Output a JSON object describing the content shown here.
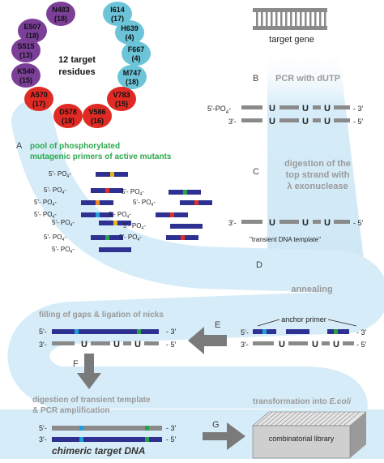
{
  "residues": {
    "title_line1": "12 target",
    "title_line2": "residues",
    "items": [
      {
        "name": "N483",
        "num": "(18)",
        "color": "#7b3f98"
      },
      {
        "name": "I614",
        "num": "(17)",
        "color": "#6cc4d8"
      },
      {
        "name": "E507",
        "num": "(18)",
        "color": "#7b3f98"
      },
      {
        "name": "H639",
        "num": "(4)",
        "color": "#6cc4d8"
      },
      {
        "name": "S515",
        "num": "(13)",
        "color": "#7b3f98"
      },
      {
        "name": "F667",
        "num": "(4)",
        "color": "#6cc4d8"
      },
      {
        "name": "K540",
        "num": "(15)",
        "color": "#7b3f98"
      },
      {
        "name": "M747",
        "num": "(18)",
        "color": "#6cc4d8"
      },
      {
        "name": "A570",
        "num": "(17)",
        "color": "#e02a24"
      },
      {
        "name": "V783",
        "num": "(15)",
        "color": "#e02a24"
      },
      {
        "name": "D578",
        "num": "(18)",
        "color": "#e02a24"
      },
      {
        "name": "V586",
        "num": "(16)",
        "color": "#e02a24"
      }
    ]
  },
  "target_gene_label": "target gene",
  "step_b": {
    "letter": "B",
    "text": "PCR with dUTP"
  },
  "step_c": {
    "letter": "C",
    "text_line1": "digestion of the",
    "text_line2": "top strand with",
    "text_line3": "λ exonuclease"
  },
  "step_a": {
    "letter": "A",
    "text_line1": "pool of phosphorylated",
    "text_line2": "mutagenic primers of active mutants"
  },
  "primer_label": "5'- PO",
  "primer_sub": "4",
  "primer_dash": "-",
  "strand": {
    "five_po4": "5'-PO",
    "five_po4_sub": "4",
    "five": "5'",
    "three": "3'",
    "five_dash": "5'-",
    "three_dash": "3'-",
    "end_three": "- 3'",
    "end_five": "- 5'",
    "u": "U"
  },
  "transient_label": "\"transient DNA template\"",
  "step_d": {
    "letter": "D",
    "text": "annealing"
  },
  "anchor_primer": "anchor primer",
  "step_e": {
    "letter": "E",
    "text": "filling of gaps & ligation of nicks"
  },
  "step_f": {
    "letter": "F",
    "text_line1": "digestion of transient template",
    "text_line2": "& PCR amplification"
  },
  "step_g": {
    "letter": "G",
    "text_prefix": "transformation into ",
    "text_italic": "E.coli"
  },
  "chimeric_label": "chimeric target DNA",
  "library_label": "combinatorial library",
  "colors": {
    "band": "#d6ecf8",
    "step_text": "#9a9a9a",
    "green_text": "#2fa84f",
    "strand_gray": "#8a8a8a",
    "primer_navy": "#2e3192",
    "arrow_gray": "#7a7a7a"
  }
}
